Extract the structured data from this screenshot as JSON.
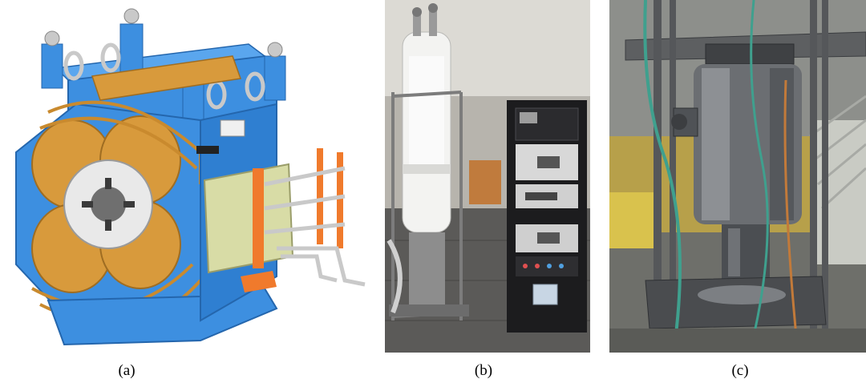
{
  "captions": {
    "a": "(a)",
    "b": "(b)",
    "c": "(c)"
  },
  "colors": {
    "magnet_blue": "#3d8fe0",
    "coil_copper": "#d89a3c",
    "plate_green": "#d8dca6",
    "pipe_orange": "#f07a2c",
    "cabinet_black": "#1c1c1e",
    "steel_dark": "#3b3d40"
  },
  "icons": [
    "magnet-cad-model",
    "cryostat-photo",
    "vacuum-chamber-photo"
  ]
}
